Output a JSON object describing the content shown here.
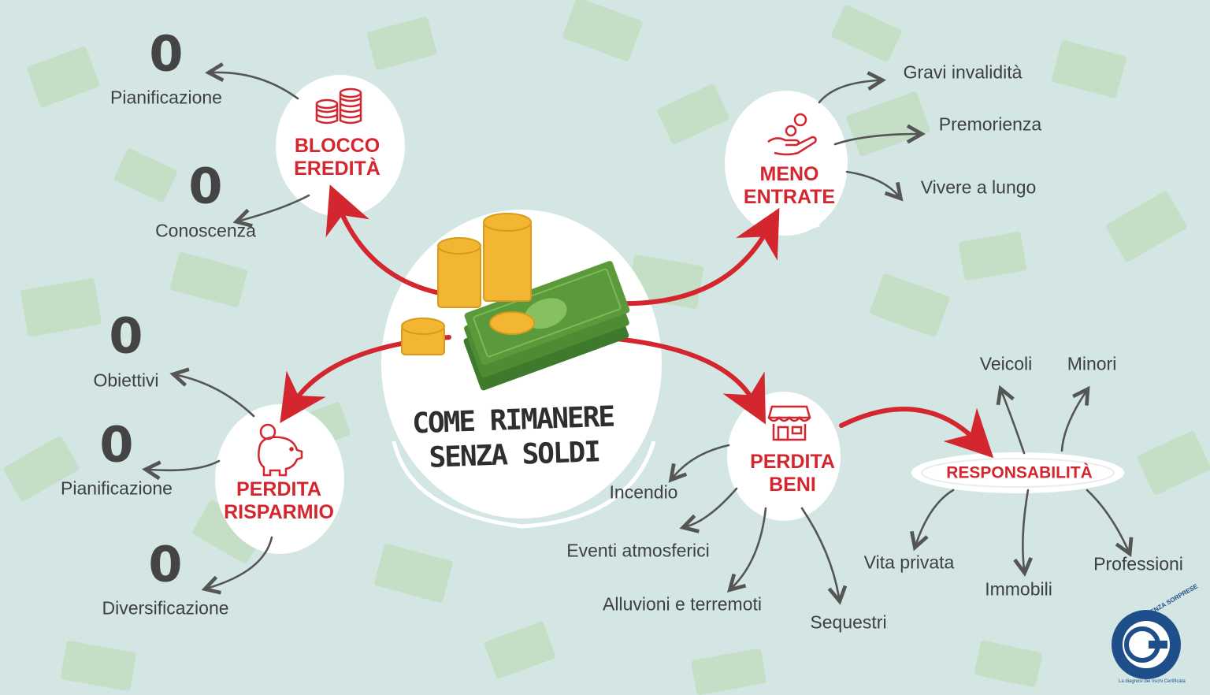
{
  "center": {
    "title_line1": "COME RIMANERE",
    "title_line2": "SENZA SOLDI"
  },
  "nodes": {
    "blocco": {
      "line1": "BLOCCO",
      "line2": "EREDITÀ"
    },
    "meno": {
      "line1": "MENO",
      "line2": "ENTRATE"
    },
    "risparmio": {
      "line1": "PERDITA",
      "line2": "RISPARMIO"
    },
    "beni": {
      "line1": "PERDITA",
      "line2": "BENI"
    },
    "responsabilita": {
      "label": "RESPONSABILITÀ"
    }
  },
  "blocco_items": [
    {
      "zero": "0",
      "label": "Pianificazione"
    },
    {
      "zero": "0",
      "label": "Conoscenza"
    }
  ],
  "risparmio_items": [
    {
      "zero": "0",
      "label": "Obiettivi"
    },
    {
      "zero": "0",
      "label": "Pianificazione"
    },
    {
      "zero": "0",
      "label": "Diversificazione"
    }
  ],
  "meno_items": [
    "Gravi invalidità",
    "Premorienza",
    "Vivere a lungo"
  ],
  "beni_items": [
    "Incendio",
    "Eventi atmosferici",
    "Alluvioni e terremoti",
    "Sequestri"
  ],
  "responsabilita_items": [
    "Veicoli",
    "Minori",
    "Vita privata",
    "Immobili",
    "Professioni"
  ],
  "logo": {
    "text": "FUTURO SENZA SORPRESE",
    "tagline": "La diagnosi dei rischi Certificata"
  },
  "colors": {
    "accent": "#d3262e",
    "background": "#d3e6e3",
    "text": "#3d3f42",
    "money": "#5a9a3a",
    "coin": "#f2b632"
  }
}
